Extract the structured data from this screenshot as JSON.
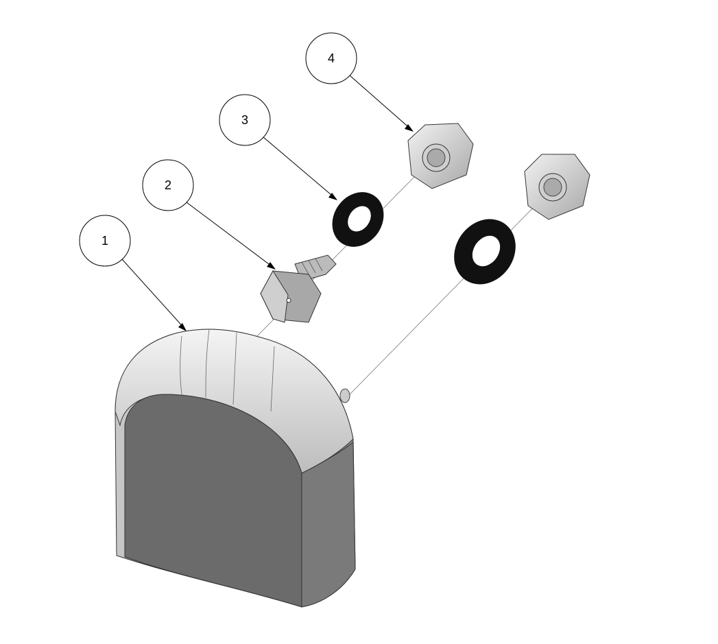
{
  "diagram": {
    "type": "exploded-assembly-view",
    "callouts": [
      {
        "label": "1",
        "part": "housing"
      },
      {
        "label": "2",
        "part": "hex-bolt-fitting"
      },
      {
        "label": "3",
        "part": "washer"
      },
      {
        "label": "4",
        "part": "hex-nut"
      }
    ],
    "colors": {
      "housing_face": "#6b6b6b",
      "housing_top": "#e8e8e8",
      "washer": "#111111",
      "nut": "#d8d8d8",
      "bolt": "#b0b0b0"
    }
  }
}
